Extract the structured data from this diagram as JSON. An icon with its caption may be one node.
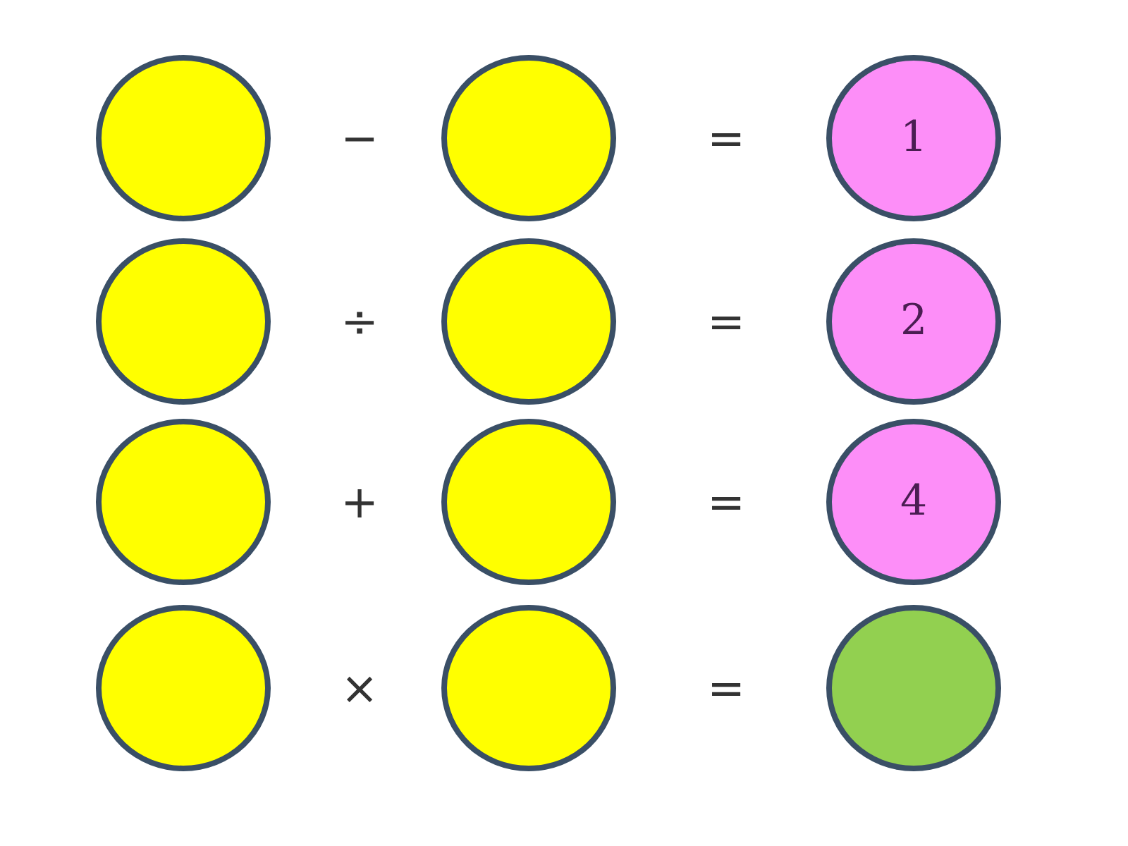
{
  "diagram": {
    "nodes": [
      {
        "text": [],
        "shape": "circle"
      },
      {
        "text": [],
        "shape": "circle"
      },
      {
        "text": [
          "1"
        ]
      },
      {
        "text": [],
        "shape": "circle"
      },
      {
        "text": [],
        "shape": "circle"
      },
      {
        "text": [
          "2"
        ]
      },
      {
        "text": [],
        "shape": "circle"
      },
      {
        "text": [],
        "shape": "circle"
      },
      {
        "text": [
          "4"
        ]
      },
      {
        "text": [],
        "shape": "circle"
      },
      {
        "text": [],
        "shape": "circle"
      },
      {
        "text": [],
        "shape": "circle"
      }
    ],
    "labels": [
      "−",
      "=",
      "÷",
      "=",
      "+",
      "=",
      "×",
      "="
    ]
  }
}
